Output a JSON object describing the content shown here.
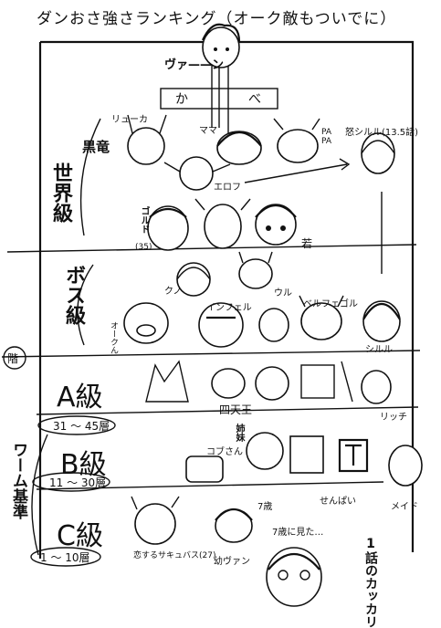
{
  "header": {
    "title": "ダンおさ強さランキング（オーク敵もついでに）"
  },
  "top": {
    "vernon": "ヴァ——ン",
    "wall": [
      "か",
      "べ"
    ]
  },
  "world_class": {
    "label": "世界級",
    "kokuryu": "黒竜",
    "ryuka": "リューカ",
    "mama": "ママ",
    "papa": "PA PA",
    "elf": "エロフ",
    "goldo": "ゴルド",
    "goldo_age": "(35)",
    "wakai": "若",
    "siruru_angry": "怒シルル(13.5話)"
  },
  "boss_class": {
    "label": "ボス級",
    "kuno": "クノ",
    "uru": "ウル",
    "oku": "オークん",
    "inferu": "インフェル",
    "berufegoru": "ベルフェゴル",
    "siruru": "シルル"
  },
  "dungeon": {
    "badge": "階",
    "a_rank": {
      "label": "A級",
      "floors": "31 〜 45層",
      "shitennou": "四天王",
      "ritchi": "リッチ"
    },
    "b_rank": {
      "label": "B級",
      "floors": "11 〜 30層",
      "kobu": "コブさん",
      "sister": "姉妹",
      "senpai": "せんぱい",
      "maid": "メイド"
    },
    "c_rank": {
      "label": "C級",
      "floors": "1 〜 10層",
      "nanasai": "7歳",
      "osanai": "幼ヴァン",
      "koisuru": "恋するサキュバス(27)",
      "nanasai_note": "7歳に見た…"
    }
  },
  "worm_standard": "ワーム基準",
  "kakkari": "1話のカッカリ"
}
